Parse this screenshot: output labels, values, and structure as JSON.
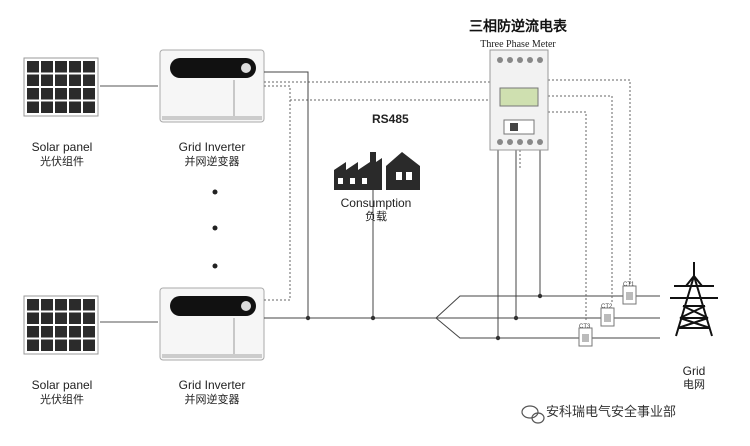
{
  "meter": {
    "title_cn": "三相防逆流电表",
    "title_en": "Three Phase Meter"
  },
  "bus_label": "RS485",
  "panels": [
    {
      "label_en": "Solar panel",
      "label_cn": "光伏组件"
    },
    {
      "label_en": "Solar panel",
      "label_cn": "光伏组件"
    }
  ],
  "inverters": [
    {
      "label_en": "Grid Inverter",
      "label_cn": "并网逆变器"
    },
    {
      "label_en": "Grid Inverter",
      "label_cn": "并网逆变器"
    }
  ],
  "consumption": {
    "label_en": "Consumption",
    "label_cn": "负载"
  },
  "grid": {
    "label_en": "Grid",
    "label_cn": "电网"
  },
  "ct_labels": [
    "CT1",
    "CT2",
    "CT3"
  ],
  "watermark": "安科瑞电气安全事业部",
  "colors": {
    "line": "#333333",
    "dashed": "#666666",
    "device": "#f4f4f4",
    "panel_cell": "#2b2b2b"
  }
}
